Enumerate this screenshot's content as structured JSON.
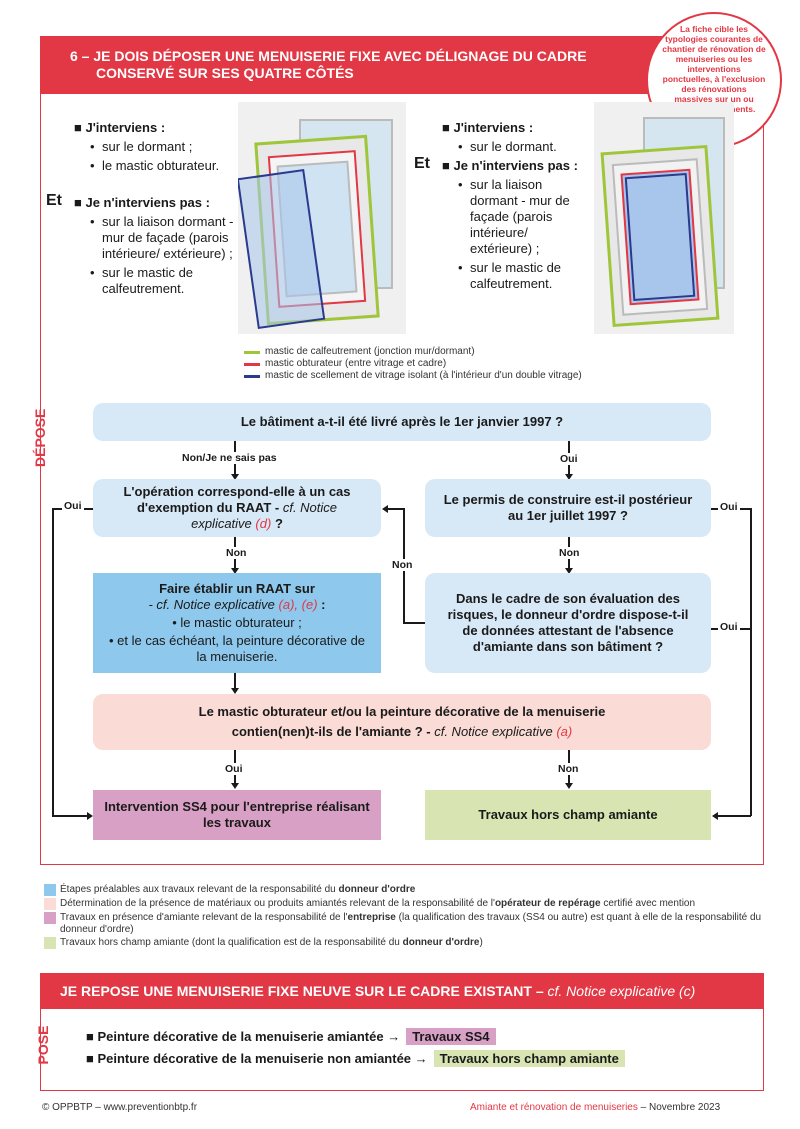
{
  "badge": {
    "text": "La fiche cible les typologies courantes de chantier de rénovation de menuiseries ou les interventions ponctuelles, à l'exclusion des rénovations massives sur un ou plusieurs bâtiments."
  },
  "section6": {
    "title_line1": "6 – JE DOIS DÉPOSER UNE MENUISERIE FIXE AVEC DÉLIGNAGE DU CADRE",
    "title_line2": "CONSERVÉ SUR SES QUATRE CÔTÉS"
  },
  "left_panel": {
    "interviens_label": "J'interviens :",
    "interviens_items": [
      "sur le dormant ;",
      "le mastic obturateur."
    ],
    "et": "Et",
    "ninterviens_label": "Je n'interviens pas :",
    "ninterviens_items": [
      "sur la liaison dormant - mur de façade (parois intérieure/ extérieure) ;",
      "sur le mastic de calfeutrement."
    ]
  },
  "right_panel": {
    "interviens_label": "J'interviens :",
    "interviens_items": [
      "sur le dormant."
    ],
    "et": "Et",
    "ninterviens_label": "Je n'interviens pas :",
    "ninterviens_items": [
      "sur la liaison dormant - mur de façade (parois intérieure/ extérieure) ;",
      "sur le mastic de calfeutrement."
    ]
  },
  "mastic_legend": [
    {
      "color": "#9fc63b",
      "text": "mastic de calfeutrement (jonction mur/dormant)"
    },
    {
      "color": "#e23744",
      "text": "mastic obturateur (entre vitrage et cadre)"
    },
    {
      "color": "#2b3a8c",
      "text": "mastic de scellement de vitrage isolant (à l'intérieur d'un double vitrage)"
    }
  ],
  "depose_label": "DÉPOSE",
  "flow": {
    "q1": "Le bâtiment a-t-il été livré après le 1er janvier 1997 ?",
    "q1_no": "Non/Je ne sais pas",
    "q1_yes": "Oui",
    "q2_line1": "L'opération correspond-elle à un cas",
    "q2_line2": "d'exemption du RAAT -",
    "q2_ref": "cf. Notice",
    "q2_ref2": "explicative",
    "q2_ref_letter": "(d)",
    "q2_end": "?",
    "q2_yes": "Oui",
    "q2_no": "Non",
    "q3_line1": "Le permis de construire est-il postérieur",
    "q3_line2": "au 1er juillet 1997 ?",
    "q3_yes": "Oui",
    "q3_no": "Non",
    "raat_line1": "Faire établir un RAAT sur",
    "raat_ref": "- cf. Notice explicative",
    "raat_letters": "(a), (e)",
    "raat_colon": ":",
    "raat_items": [
      "le mastic obturateur ;",
      "et le cas échéant, la peinture décorative de la menuiserie."
    ],
    "q4": "Dans le cadre de son évaluation des risques, le donneur d'ordre dispose-t-il de données attestant de l'absence d'amiante dans son bâtiment ?",
    "q4_no": "Non",
    "q4_yes": "Oui",
    "q5_line1": "Le mastic obturateur et/ou la peinture décorative de la menuiserie",
    "q5_line2": "contien(nen)t-ils de l'amiante ? -",
    "q5_ref": "cf. Notice explicative",
    "q5_letter": "(a)",
    "q5_yes": "Oui",
    "q5_no": "Non",
    "result_ss4": "Intervention SS4 pour l'entreprise réalisant les travaux",
    "result_hors": "Travaux hors champ amiante"
  },
  "key": [
    {
      "color": "#8ec8ec",
      "text_pre": "Étapes préalables aux travaux relevant de la responsabilité du ",
      "text_bold": "donneur d'ordre",
      "text_post": ""
    },
    {
      "color": "#fadbd6",
      "text_pre": "Détermination de la présence de matériaux ou produits amiantés relevant de la responsabilité de l'",
      "text_bold": "opérateur de repérage",
      "text_post": " certifié avec mention"
    },
    {
      "color": "#d8a0c4",
      "text_pre": "Travaux en présence d'amiante relevant de la responsabilité de l'",
      "text_bold": "entreprise",
      "text_post": " (la qualification des travaux (SS4 ou autre) est quant à elle de la responsabilité du donneur d'ordre)"
    },
    {
      "color": "#d8e5b2",
      "text_pre": "Travaux hors champ amiante (dont la qualification est de la responsabilité du ",
      "text_bold": "donneur d'ordre",
      "text_post": ")"
    }
  ],
  "repose": {
    "title": "JE REPOSE UNE MENUISERIE FIXE NEUVE SUR LE CADRE EXISTANT –",
    "title_ref": "cf. Notice explicative (c)",
    "label": "POSE",
    "line1": "Peinture décorative de la menuiserie amiantée →",
    "line1_tag": "Travaux SS4",
    "line2": "Peinture décorative de la menuiserie non amiantée →",
    "line2_tag": "Travaux hors champ amiante"
  },
  "footer": {
    "left": "© OPPBTP – www.preventionbtp.fr",
    "right_red": "Amiante et rénovation de menuiseries",
    "right_dark": "– Novembre 2023"
  }
}
